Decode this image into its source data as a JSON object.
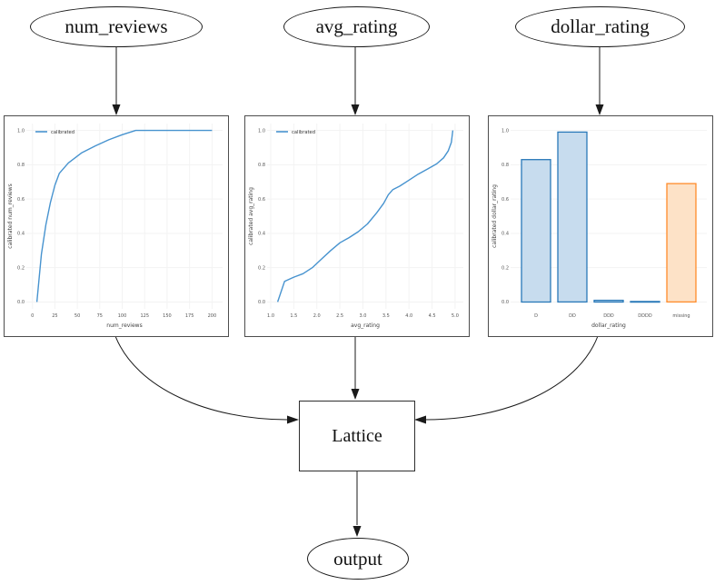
{
  "nodes": {
    "num_reviews": {
      "label": "num_reviews"
    },
    "avg_rating": {
      "label": "avg_rating"
    },
    "dollar_rating": {
      "label": "dollar_rating"
    },
    "lattice": {
      "label": "Lattice"
    },
    "output": {
      "label": "output"
    }
  },
  "colors": {
    "line_blue": "#4793cf",
    "bar_blue_fill": "#c7dcee",
    "bar_blue_edge": "#2878b8",
    "bar_orange_fill": "#fde2c7",
    "bar_orange_edge": "#ff8b2a",
    "grid": "#f3f3f3",
    "tick_text": "#555555",
    "label_text": "#3d3d3d",
    "edge_black": "#1a1a1a"
  },
  "chart_data": [
    {
      "type": "line",
      "name": "calibrator-num-reviews",
      "xlabel": "num_reviews",
      "ylabel": "calibrated num_reviews",
      "legend": [
        "calibrated"
      ],
      "legend_position": "upper left",
      "xlim": [
        -4.75,
        209.75
      ],
      "ylim": [
        -0.04,
        1.04
      ],
      "xticks": [
        0,
        25,
        50,
        75,
        100,
        125,
        150,
        175,
        200
      ],
      "xtick_labels": [
        "0",
        "25",
        "50",
        "75",
        "100",
        "125",
        "150",
        "175",
        "200"
      ],
      "yticks": [
        0.0,
        0.2,
        0.4,
        0.6,
        0.8,
        1.0
      ],
      "ytick_labels": [
        "0.0",
        "0.2",
        "0.4",
        "0.6",
        "0.8",
        "1.0"
      ],
      "grid": "both",
      "series": [
        {
          "name": "calibrated",
          "x": [
            5,
            10,
            15,
            20,
            25,
            30,
            40,
            55,
            70,
            85,
            100,
            115,
            200
          ],
          "y": [
            0.0,
            0.28,
            0.45,
            0.58,
            0.68,
            0.75,
            0.81,
            0.87,
            0.91,
            0.945,
            0.975,
            1.0,
            1.0
          ]
        }
      ]
    },
    {
      "type": "line",
      "name": "calibrator-avg-rating",
      "xlabel": "avg_rating",
      "ylabel": "calibrated avg_rating",
      "legend": [
        "calibrated"
      ],
      "legend_position": "upper left",
      "xlim": [
        0.96,
        5.14
      ],
      "ylim": [
        -0.04,
        1.04
      ],
      "xticks": [
        1.0,
        1.5,
        2.0,
        2.5,
        3.0,
        3.5,
        4.0,
        4.5,
        5.0
      ],
      "xtick_labels": [
        "1.0",
        "1.5",
        "2.0",
        "2.5",
        "3.0",
        "3.5",
        "4.0",
        "4.5",
        "5.0"
      ],
      "yticks": [
        0.0,
        0.2,
        0.4,
        0.6,
        0.8,
        1.0
      ],
      "ytick_labels": [
        "0.0",
        "0.2",
        "0.4",
        "0.6",
        "0.8",
        "1.0"
      ],
      "grid": "both",
      "series": [
        {
          "name": "calibrated",
          "x": [
            1.15,
            1.3,
            1.5,
            1.7,
            1.9,
            2.1,
            2.3,
            2.5,
            2.7,
            2.9,
            3.1,
            3.3,
            3.45,
            3.55,
            3.65,
            3.8,
            4.0,
            4.2,
            4.4,
            4.6,
            4.75,
            4.85,
            4.92,
            4.95
          ],
          "y": [
            0.0,
            0.12,
            0.145,
            0.165,
            0.2,
            0.25,
            0.3,
            0.345,
            0.375,
            0.41,
            0.455,
            0.52,
            0.575,
            0.625,
            0.655,
            0.675,
            0.71,
            0.745,
            0.775,
            0.805,
            0.84,
            0.88,
            0.93,
            1.0
          ]
        }
      ]
    },
    {
      "type": "bar",
      "name": "calibrator-dollar-rating",
      "xlabel": "dollar_rating",
      "ylabel": "calibrated dollar_rating",
      "legend": [],
      "xlim": [
        -0.65,
        4.65
      ],
      "ylim": [
        -0.04,
        1.04
      ],
      "categories": [
        "D",
        "DD",
        "DDD",
        "DDDD",
        "missing"
      ],
      "values": [
        0.83,
        0.99,
        0.01,
        0.003,
        0.69
      ],
      "bar_styles": [
        "blue",
        "blue",
        "blue",
        "blue",
        "orange"
      ],
      "yticks": [
        0.0,
        0.2,
        0.4,
        0.6,
        0.8,
        1.0
      ],
      "ytick_labels": [
        "0.0",
        "0.2",
        "0.4",
        "0.6",
        "0.8",
        "1.0"
      ],
      "grid": "horizontal"
    }
  ]
}
